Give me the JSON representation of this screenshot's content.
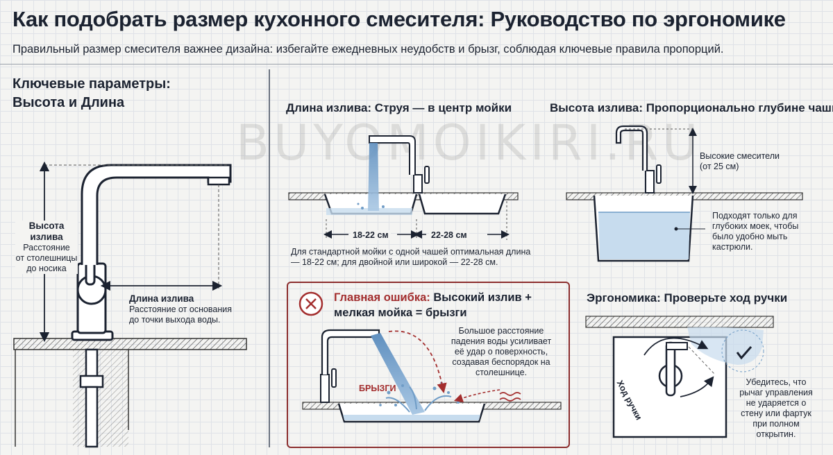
{
  "header": {
    "title": "Как подобрать размер кухонного смесителя: Руководство по эргономике",
    "subtitle": "Правильный размер смесителя важнее дизайна: избегайте ежедневных неудобств и брызг, соблюдая ключевые правила пропорций."
  },
  "watermark": "BUYOMOIKIRI.RU",
  "left_panel": {
    "heading_line1": "Ключевые параметры:",
    "heading_line2": "Высота и Длина",
    "height_title_1": "Высота",
    "height_title_2": "излива",
    "height_desc": [
      "Расстояние",
      "от столешницы",
      "до носика"
    ],
    "length_title": "Длина излива",
    "length_desc": [
      "Расстояние от основания",
      "до точки выхода воды."
    ]
  },
  "spout_length": {
    "heading": "Длина излива: Струя — в центр мойки",
    "dim_single": "18-22 см",
    "dim_double": "22-28 см",
    "note": [
      "Для стандартной мойки с одной чашей оптимальная длина",
      "— 18-22 см; для двойной или широкой — 22-28 см."
    ]
  },
  "spout_height": {
    "heading": "Высота излива: Пропорционально глубине чаши",
    "tall_label": [
      "Высокие смесители",
      "(от 25 см)"
    ],
    "note": [
      "Подходят только для",
      "глубоких моек, чтобы",
      "было удобно мыть",
      "кастрюли."
    ]
  },
  "main_mistake": {
    "title_red": "Главная ошибка:",
    "title_rest": " Высокий излив +",
    "title_line2": "мелкая мойка = брызги",
    "note": [
      "Большое расстояние",
      "падения воды усиливает",
      "её удар о поверхность,",
      "создавая беспорядок на",
      "столешнице."
    ],
    "splash_label": "БРЫЗГИ"
  },
  "ergonomics": {
    "heading": "Эргономика: Проверьте ход ручки",
    "handle_travel_label": "Ход ручки",
    "note": [
      "Убедитесь, что",
      "рычаг управления",
      "не ударяется о",
      "стену или фартук",
      "при полном",
      "открытин."
    ]
  },
  "colors": {
    "ink": "#1b2230",
    "water": "#c7dcee",
    "water_edge": "#6f9cc6",
    "error_red": "#a32e2e",
    "grid": "#dfe2e7"
  }
}
